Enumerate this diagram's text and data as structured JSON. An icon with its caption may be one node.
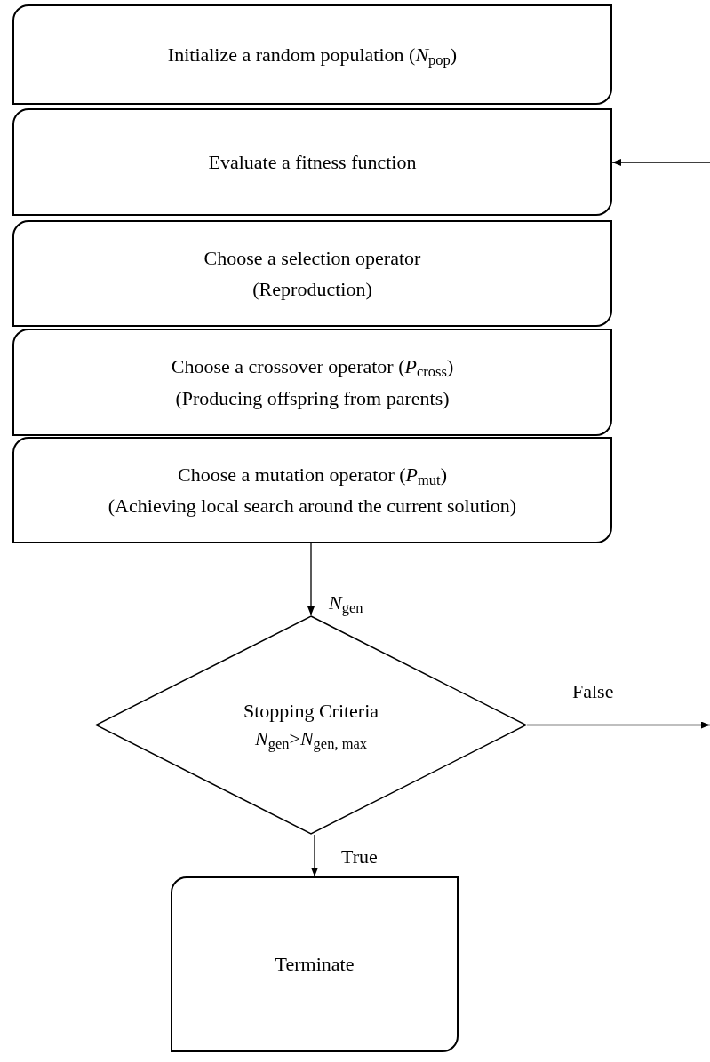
{
  "diagram": {
    "nodes": [
      {
        "text": [
          "Initialize a random population (*N*$_{pop}$)"
        ]
      },
      {
        "text": [
          "Evaluate a fitness function"
        ]
      },
      {
        "text": [
          "Choose a selection operator",
          "(Reproduction)"
        ]
      },
      {
        "text": [
          "Choose a crossover operator (*P*$_{cross}$)",
          "(Producing offspring from parents)"
        ]
      },
      {
        "text": [
          "Choose a mutation operator (*P*$_{mut}$)",
          "(Achieving local search around the current solution)"
        ]
      },
      {
        "text": [
          "Stopping Criteria",
          "*N*$_{gen}$>*N*$_{gen, max}$"
        ]
      },
      {
        "text": [
          "Terminate"
        ]
      }
    ],
    "edges": [
      {
        "from": 4,
        "to": 5,
        "arrow": "to",
        "label": "*N*$_{gen}$"
      },
      {
        "from": 5,
        "to": null,
        "arrow": "to",
        "label": "False"
      },
      {
        "from": 5,
        "to": 6,
        "arrow": "to",
        "label": "True"
      },
      {
        "from": null,
        "to": 1,
        "arrow": "to"
      }
    ]
  }
}
